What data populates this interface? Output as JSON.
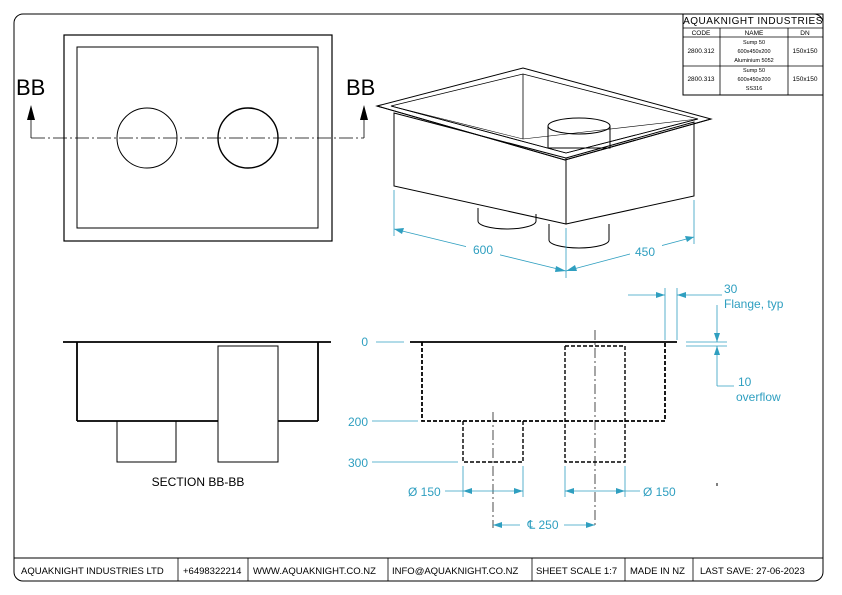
{
  "title_block": {
    "company": "AQUAKNIGHT INDUSTRIES",
    "headers": [
      "CODE",
      "NAME",
      "DN"
    ],
    "rows": [
      {
        "code": "2800.312",
        "name": [
          "Sump 50",
          "600x450x200",
          "Aluminium 5052"
        ],
        "dn": "150x150"
      },
      {
        "code": "2800.313",
        "name": [
          "Sump 50",
          "600x450x200",
          "SS316"
        ],
        "dn": "150x150"
      }
    ]
  },
  "plan_view": {
    "section_marker_left": "BB",
    "section_marker_right": "BB"
  },
  "iso_view": {
    "dim_length": "600",
    "dim_width": "450"
  },
  "section_view": {
    "label": "SECTION BB-BB"
  },
  "dimensioned_view": {
    "flange_value": "30",
    "flange_label": "Flange, typ",
    "overflow_value": "10",
    "overflow_label": "overflow",
    "level_0": "0",
    "level_200": "200",
    "level_300": "300",
    "outlet_left_dia": "Ø 150",
    "outlet_right_dia": "Ø 150",
    "centreline_spacing": "℄ 250"
  },
  "footer": {
    "company": "AQUAKNIGHT INDUSTRIES LTD",
    "phone": "+6498322214",
    "website": "WWW.AQUAKNIGHT.CO.NZ",
    "email": "INFO@AQUAKNIGHT.CO.NZ",
    "scale": "SHEET SCALE 1:7",
    "made_in": "MADE IN NZ",
    "last_save": "LAST SAVE: 27-06-2023"
  },
  "colors": {
    "line": "#000000",
    "dimension": "#2f9fc0",
    "background": "#ffffff"
  }
}
